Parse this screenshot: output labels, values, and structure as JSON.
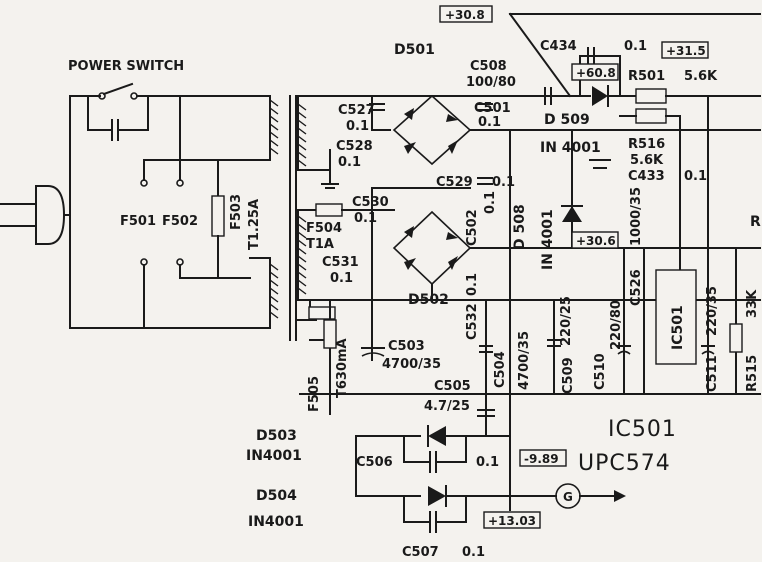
{
  "title": "POWER SWITCH",
  "ic_name": "IC501",
  "ic_part": "UPC574",
  "voltages": {
    "v_30_8": "+30.8",
    "v_31_5": "+31.5",
    "v_60_8": "+60.8",
    "v_30_6": "+30.6",
    "v_9_89": "-9.89",
    "v_13_03": "+13.03"
  },
  "labels": {
    "D501": "D501",
    "D502": "D502",
    "D503": "D503",
    "D503_part": "IN4001",
    "D504": "D504",
    "D504_part": "IN4001",
    "D508": "D 508",
    "D508_part": "IN 4001",
    "D509": "D 509",
    "D509_part": "IN 4001",
    "C434": "C434",
    "C434_val": "0.1",
    "C508": "C508",
    "C508_val": "100/80",
    "C527": "C527",
    "C527_val": "0.1",
    "C528": "C528",
    "C528_val": "0.1",
    "C501": "C501",
    "C501_val": "0.1",
    "C529": "C529",
    "C529_val": "0.1",
    "C530": "C530",
    "C530_val": "0.1",
    "C531": "C531",
    "C531_val": "0.1",
    "C502": "C502",
    "C502_val": "0.1",
    "C503": "C503",
    "C503_val": "4700/35",
    "C532": "C532",
    "C532_val": "0.1",
    "C504": "C504",
    "C504_val": "4700/35",
    "C505": "C505",
    "C505_val": "4.7/25",
    "C506": "C506",
    "C506_val": "0.1",
    "C507": "C507",
    "C507_val": "0.1",
    "C509": "C509",
    "C509_val": "220/25",
    "C510": "C510",
    "C510_val": "220/80",
    "C526": "C526",
    "C526_val": "1000/35",
    "C433": "C433",
    "C433_val": "0.1",
    "C511": "C511",
    "C511_val": "220/35",
    "R501": "R501",
    "R501_val": "5.6K",
    "R516": "R516",
    "R516_val": "5.6K",
    "R515": "R515",
    "R515_val": "33K",
    "F501": "F501",
    "F502": "F502",
    "F503": "F503",
    "F503_val": "T1.25A",
    "F504": "F504",
    "F504_val": "T1A",
    "F505": "F505",
    "F505_val": "T630mA",
    "G": "G",
    "R_edge": "R"
  }
}
